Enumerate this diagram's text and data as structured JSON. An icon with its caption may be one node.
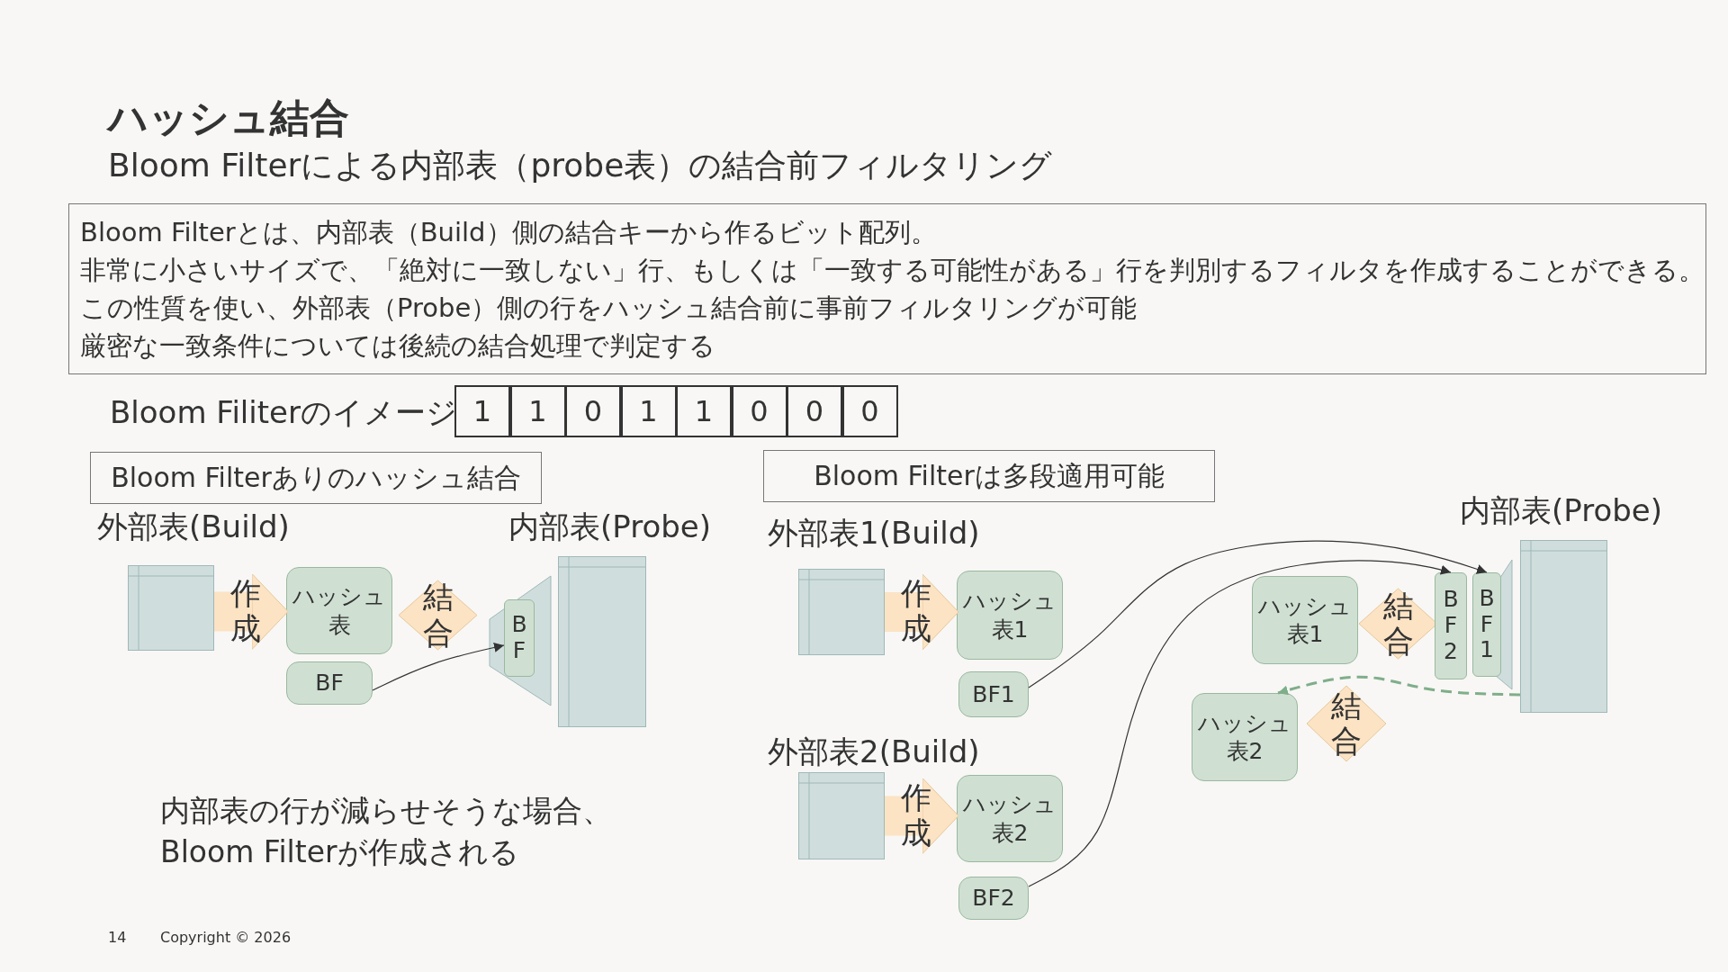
{
  "diagram": {
    "title": "ハッシュ結合",
    "caption": "Bloom Filterによる内部表（probe表）の結合前フィルタリング",
    "nodes": [
      {
        "text": [
          "Bloom Filterとは、内部表（Build）側の結合キーから作るビット配列。",
          "非常に小さいサイズで、「絶対に一致しない」行、もしくは「一致する可能性がある」行を判別するフィルタを作成することができる。",
          "この性質を使い、外部表（Probe）側の行をハッシュ結合前に事前フィルタリングが可能",
          "厳密な一致条件については後続の結合処理で判定する"
        ]
      },
      {
        "text": [
          "Bloom Filterありのハッシュ結合"
        ]
      },
      {
        "text": [
          "Bloom Filterは多段適用可能"
        ]
      },
      {
        "text": [],
        "shape": "box",
        "beside": [
          "外部表(Build)"
        ]
      },
      {
        "text": [
          "ハッシュ表"
        ]
      },
      {
        "text": [
          "結合"
        ]
      },
      {
        "text": [
          "BF"
        ]
      },
      {
        "text": [
          "BF"
        ]
      },
      {
        "text": [],
        "shape": "box",
        "beside": [
          "内部表(Probe)"
        ]
      },
      {
        "text": [],
        "shape": "box",
        "beside": [
          "外部表1(Build)"
        ]
      },
      {
        "text": [
          "ハッシュ表1"
        ]
      },
      {
        "text": [
          "BF1"
        ]
      },
      {
        "text": [],
        "shape": "box",
        "beside": [
          "外部表2(Build)"
        ]
      },
      {
        "text": [
          "ハッシュ表2"
        ]
      },
      {
        "text": [
          "BF2"
        ]
      },
      {
        "text": [],
        "shape": "box",
        "beside": [
          "内部表(Probe)"
        ]
      },
      {
        "text": [
          "ハッシュ表1"
        ]
      },
      {
        "text": [
          "結合"
        ]
      },
      {
        "text": [
          "BF2"
        ]
      },
      {
        "text": [
          "BF1"
        ]
      },
      {
        "text": [
          "ハッシュ表2"
        ]
      },
      {
        "text": [
          "結合"
        ]
      }
    ],
    "edges": [
      {
        "from": 3,
        "to": 4,
        "arrow": "to",
        "label": "作成",
        "style": "thick",
        "color": "#fbe3c4"
      },
      {
        "from": 6,
        "to": 7,
        "arrow": "to",
        "color": "#333333"
      },
      {
        "from": 9,
        "to": 10,
        "arrow": "to",
        "label": "作成",
        "style": "thick",
        "color": "#fbe3c4"
      },
      {
        "from": 12,
        "to": 13,
        "arrow": "to",
        "label": "作成",
        "style": "thick",
        "color": "#fbe3c4"
      },
      {
        "from": 11,
        "to": 19,
        "arrow": "to",
        "color": "#333333"
      },
      {
        "from": 14,
        "to": 18,
        "arrow": "to",
        "color": "#333333"
      },
      {
        "from": 15,
        "to": 20,
        "arrow": "to",
        "style": "dashed",
        "color": "#7fae8a"
      }
    ],
    "labels": [
      "Bloom Filiterのイメージ",
      "1",
      "1",
      "0",
      "1",
      "1",
      "0",
      "0",
      "0",
      "内部表の行が減らせそうな場合、Bloom Filterが作成される",
      "14",
      "Copyright © 2026"
    ]
  }
}
